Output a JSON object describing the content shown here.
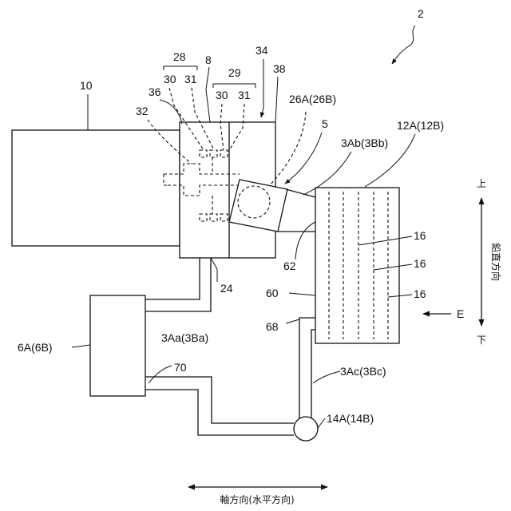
{
  "figure_number": "2",
  "labels": {
    "l10": "10",
    "l28": "28",
    "l8": "8",
    "l34": "34",
    "l38": "38",
    "l30a": "30",
    "l31a": "31",
    "l29": "29",
    "l36": "36",
    "l30b": "30",
    "l31b": "31",
    "l32": "32",
    "l26": "26A(26B)",
    "l5": "5",
    "l12": "12A(12B)",
    "l3ab": "3Ab(3Bb)",
    "l16a": "16",
    "l16b": "16",
    "l16c": "16",
    "l62": "62",
    "l24": "24",
    "l60": "60",
    "lE": "E",
    "l68": "68",
    "l6": "6A(6B)",
    "l3aa": "3Aa(3Ba)",
    "l70": "70",
    "l3ac": "3Ac(3Bc)",
    "l14": "14A(14B)"
  },
  "vertical_axis": {
    "top": "上",
    "bottom": "下",
    "label": "鉛直方向"
  },
  "horizontal_axis": {
    "label": "軸方向(水平方向)"
  }
}
